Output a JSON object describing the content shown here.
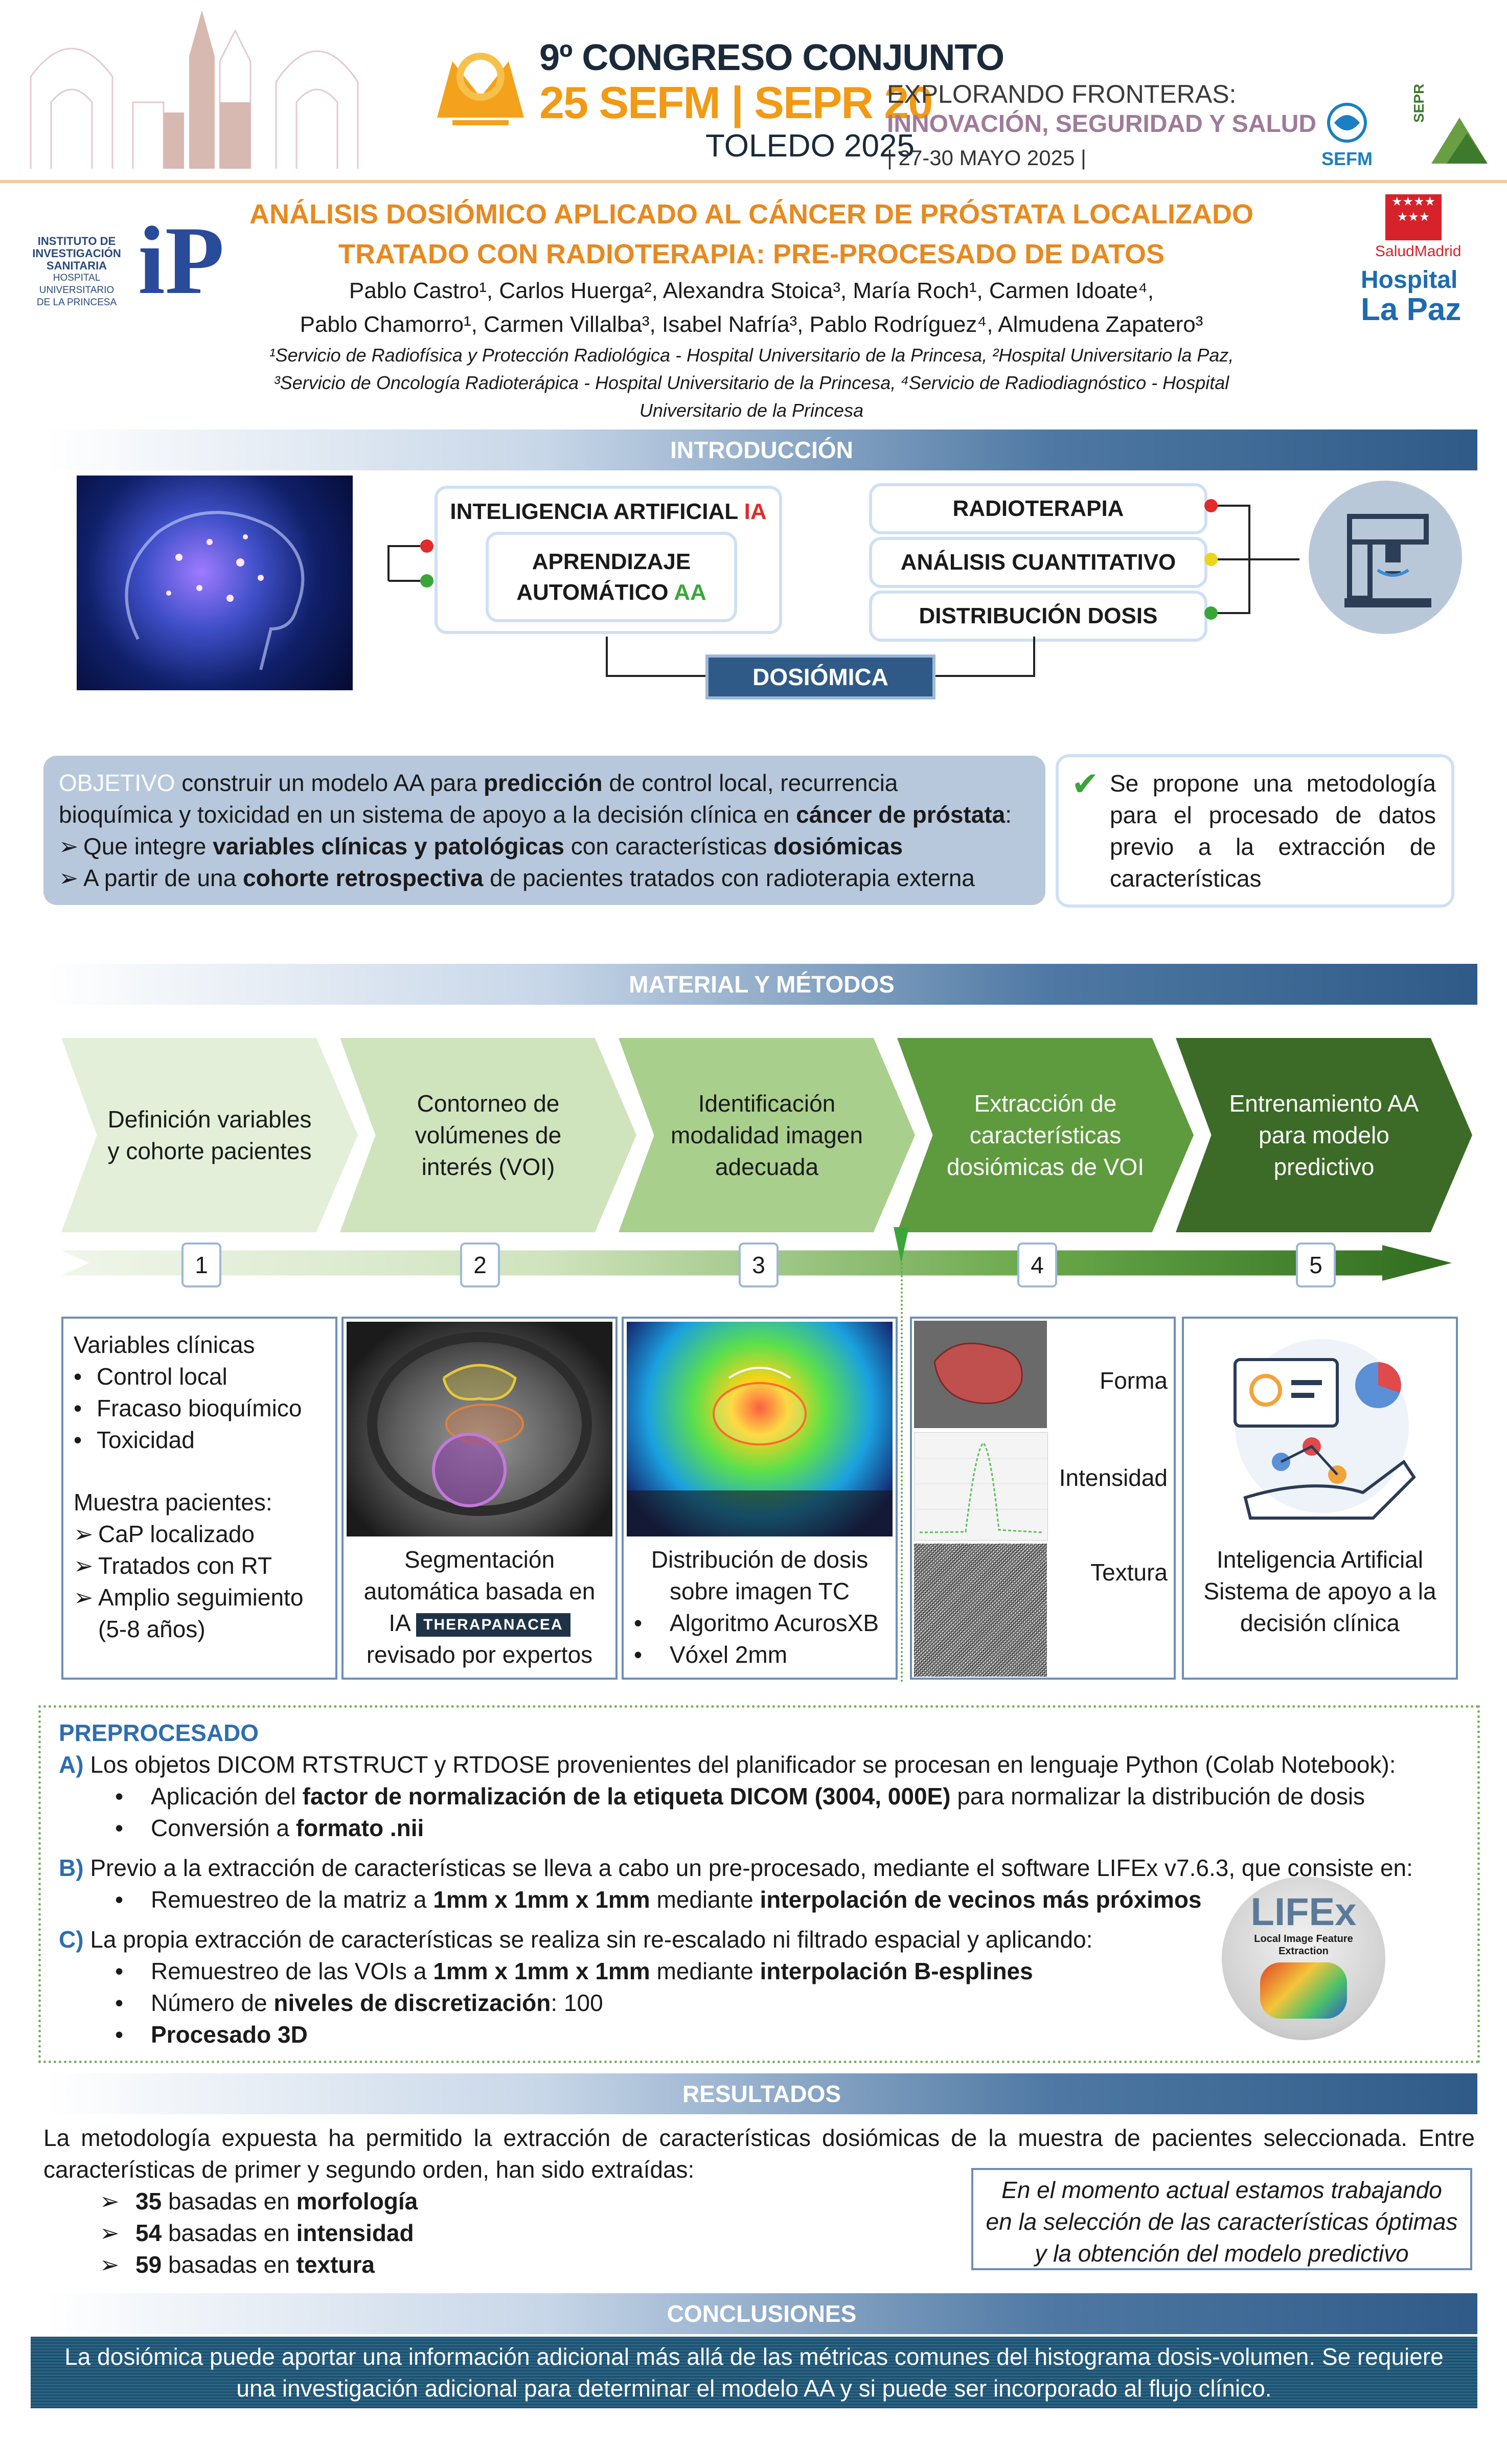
{
  "header": {
    "congress_line1": "9º CONGRESO CONJUNTO",
    "congress_line2": "25 SEFM | SEPR 20",
    "congress_line3": "TOLEDO 2025",
    "explorando": "EXPLORANDO FRONTERAS:",
    "lema": "INNOVACIÓN, SEGURIDAD Y SALUD",
    "fechas": "| 27-30 MAYO 2025 |",
    "sefm": "SEFM",
    "sepr": "SEPR"
  },
  "logos": {
    "left_line1": "INSTITUTO DE",
    "left_line2": "INVESTIGACIÓN",
    "left_line3": "SANITARIA",
    "left_line4": "HOSPITAL",
    "left_line5": "UNIVERSITARIO",
    "left_line6": "DE LA PRINCESA",
    "left_mark": "iP",
    "right_salud": "SaludMadrid",
    "right_hospital": "Hospital",
    "right_lapaz": "La Paz"
  },
  "title": {
    "line1": "ANÁLISIS DOSIÓMICO APLICADO AL CÁNCER DE PRÓSTATA LOCALIZADO",
    "line2": "TRATADO CON RADIOTERAPIA: PRE-PROCESADO DE DATOS",
    "authors1": "Pablo Castro¹, Carlos Huerga², Alexandra Stoica³, María Roch¹, Carmen Idoate⁴,",
    "authors2": "Pablo Chamorro¹, Carmen Villalba³, Isabel Nafría³, Pablo Rodríguez⁴, Almudena Zapatero³",
    "aff1": "¹Servicio de Radiofísica y Protección Radiológica - Hospital Universitario de la Princesa, ²Hospital Universitario la Paz,",
    "aff2": "³Servicio de Oncología Radioterápica - Hospital Universitario de la Princesa, ⁴Servicio de Radiodiagnóstico - Hospital",
    "aff3": "Universitario de la Princesa"
  },
  "sections": {
    "intro": "INTRODUCCIÓN",
    "methods": "MATERIAL Y MÉTODOS",
    "results": "RESULTADOS",
    "conclusions": "CONCLUSIONES"
  },
  "intro": {
    "ia": "INTELIGENCIA ARTIFICIAL",
    "ia_abbr": "IA",
    "aa_line1": "APRENDIZAJE",
    "aa_line2": "AUTOMÁTICO",
    "aa_abbr": "AA",
    "radioterapia": "RADIOTERAPIA",
    "analisis": "ANÁLISIS CUANTITATIVO",
    "distribucion": "DISTRIBUCIÓN DOSIS",
    "dosiomica": "DOSIÓMICA"
  },
  "objective": {
    "label": "OBJETIVO",
    "t1": " construir un modelo AA para ",
    "b1": "predicción",
    "t2": " de control local, recurrencia",
    "t3": "bioquímica y toxicidad en un sistema de apoyo a la decisión clínica en ",
    "b2": "cáncer de próstata",
    "t4": ":",
    "li1_a": "Que integre ",
    "li1_b": "variables clínicas y patológicas",
    "li1_c": " con características ",
    "li1_d": "dosiómicas",
    "li2_a": "A partir de una ",
    "li2_b": "cohorte retrospectiva",
    "li2_c": " de pacientes tratados con radioterapia externa",
    "proposal": "Se propone una metodología para el procesado de datos previo a la extracción de características"
  },
  "steps": [
    {
      "num": "1",
      "label": "Definición variables y cohorte pacientes",
      "color": "#e3efd8",
      "text_color": "#1a1a1a"
    },
    {
      "num": "2",
      "label": "Contorneo de volúmenes de interés (VOI)",
      "color": "#cfe3bd",
      "text_color": "#1a1a1a"
    },
    {
      "num": "3",
      "label": "Identificación modalidad imagen adecuada",
      "color": "#a9cf8c",
      "text_color": "#1a1a1a"
    },
    {
      "num": "4",
      "label": "Extracción de características dosiómicas de VOI",
      "color": "#5e9a3e",
      "text_color": "#ffffff"
    },
    {
      "num": "5",
      "label": "Entrenamiento AA para modelo predictivo",
      "color": "#3b6b26",
      "text_color": "#ffffff"
    }
  ],
  "panel1": {
    "h1": "Variables clínicas",
    "v1": "Control local",
    "v2": "Fracaso bioquímico",
    "v3": "Toxicidad",
    "h2": "Muestra pacientes:",
    "m1": "CaP localizado",
    "m2": "Tratados con RT",
    "m3": "Amplio seguimiento",
    "m4": "(5-8 años)"
  },
  "panel2": {
    "c1": "Segmentación",
    "c2": "automática basada en",
    "c3": "IA",
    "brand": "THERAPANACEA",
    "c4": "revisado por expertos"
  },
  "panel3": {
    "c1": "Distribución de dosis",
    "c2": "sobre imagen TC",
    "b1": "Algoritmo AcurosXB",
    "b2": "Vóxel 2mm"
  },
  "panel4": {
    "forma": "Forma",
    "intensidad": "Intensidad",
    "textura": "Textura"
  },
  "panel5": {
    "c1": "Inteligencia Artificial",
    "c2": "Sistema de apoyo a la",
    "c3": "decisión clínica"
  },
  "preprocess": {
    "title": "PREPROCESADO",
    "a_label": "A)",
    "a_text": " Los objetos DICOM RTSTRUCT y RTDOSE provenientes del planificador se procesan en lenguaje Python (Colab Notebook):",
    "a1_a": "Aplicación del ",
    "a1_b": "factor de normalización de la etiqueta DICOM (3004, 000E)",
    "a1_c": " para normalizar la distribución de dosis",
    "a2_a": "Conversión a ",
    "a2_b": "formato .nii",
    "b_label": "B)",
    "b_text": " Previo a la extracción de características se lleva a cabo un pre-procesado, mediante el software LIFEx v7.6.3, que consiste en:",
    "b1_a": "Remuestreo de la matriz a ",
    "b1_b": "1mm x 1mm x 1mm",
    "b1_c": " mediante ",
    "b1_d": "interpolación de vecinos más próximos",
    "c_label": "C)",
    "c_text": " La propia extracción de características se realiza sin re-escalado ni filtrado espacial y aplicando:",
    "c1_a": "Remuestreo de las VOIs a ",
    "c1_b": "1mm x 1mm x 1mm",
    "c1_c": " mediante ",
    "c1_d": "interpolación B-esplines",
    "c2_a": "Número de ",
    "c2_b": "niveles de discretización",
    "c2_c": ": 100",
    "c3_b": "Procesado 3D",
    "lifex": "LIFEx",
    "lifex_sub1": "Local Image Feature",
    "lifex_sub2": "Extraction"
  },
  "results": {
    "p1": "La metodología expuesta ha permitido la extracción de características dosiómicas de la muestra de pacientes seleccionada. Entre",
    "p2": "características de primer y segundo orden, han sido extraídas:",
    "r1_n": "35",
    "r1_t": " basadas en ",
    "r1_b": "morfología",
    "r2_n": "54",
    "r2_t": " basadas en ",
    "r2_b": "intensidad",
    "r3_n": "59",
    "r3_t": " basadas en ",
    "r3_b": "textura",
    "note1": "En el momento actual estamos trabajando",
    "note2": "en la selección de las características óptimas",
    "note3": "y la obtención del modelo predictivo"
  },
  "conclusions": {
    "line1": "La dosiómica puede aportar una información adicional más allá de las métricas comunes del histograma dosis-volumen. Se requiere",
    "line2": "una investigación adicional para determinar el modelo AA y si puede ser incorporado al flujo clínico."
  },
  "colors": {
    "title_orange": "#e8891e",
    "accent_red": "#e02b2b",
    "accent_green": "#3aa63a",
    "band_blue": "#2f5a88",
    "pre_blue": "#2e6db0"
  }
}
